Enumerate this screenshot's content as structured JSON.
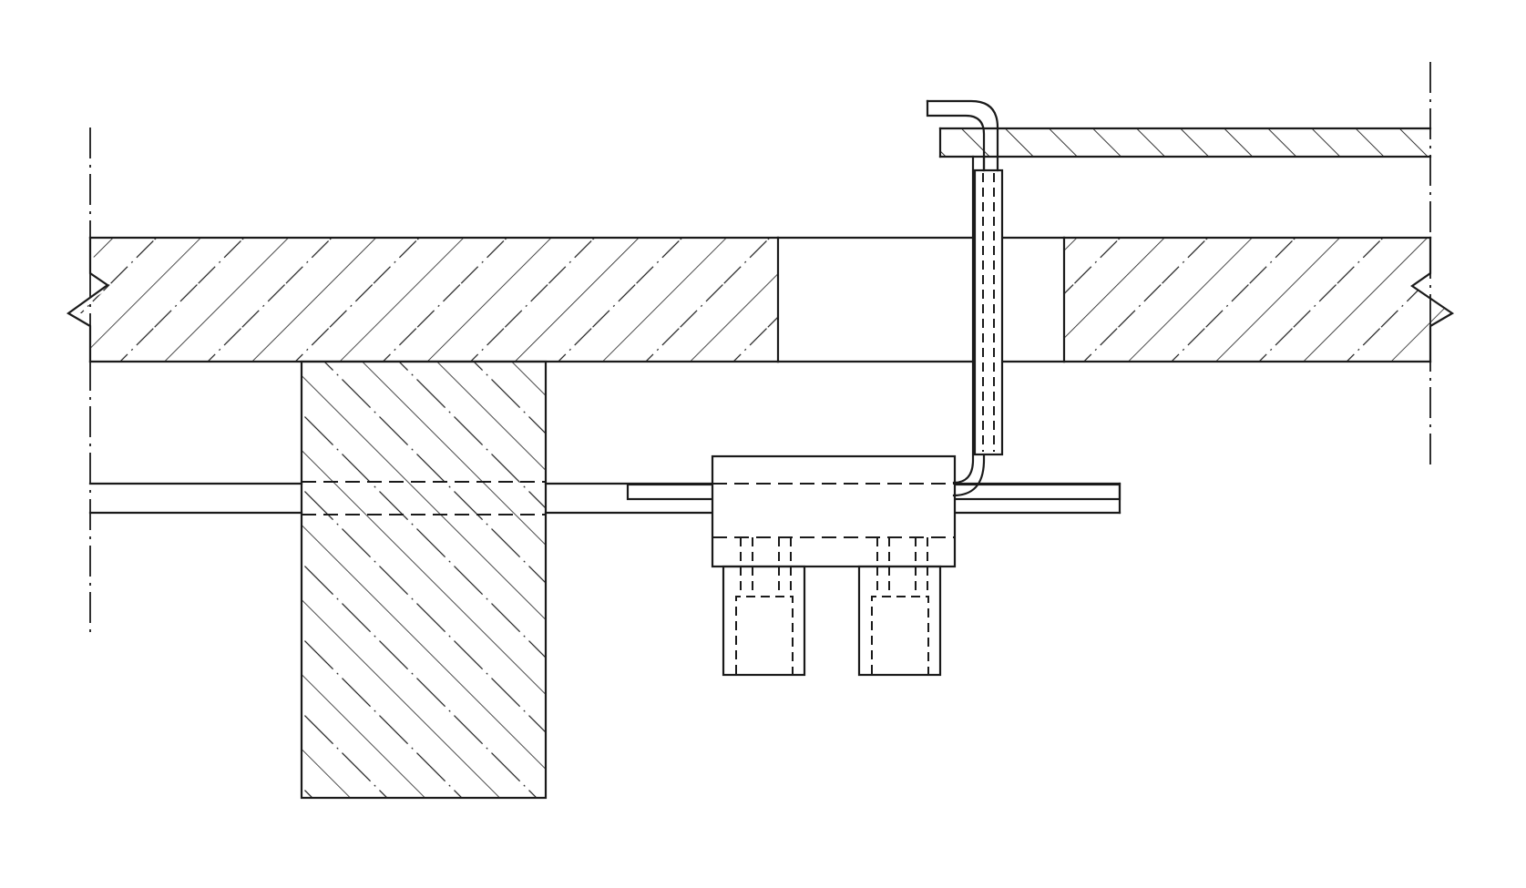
{
  "drawing": {
    "ink": "#1a1a1a",
    "paper": "#ffffff",
    "components": [
      "centerline-left",
      "centerline-right",
      "concrete-slab-left",
      "concrete-slab-right",
      "slab-opening",
      "concrete-beam",
      "pipe-run",
      "junction-box",
      "support-pad-left",
      "support-pad-right",
      "conduit-riser",
      "hatched-plate",
      "conduit-hook"
    ]
  }
}
